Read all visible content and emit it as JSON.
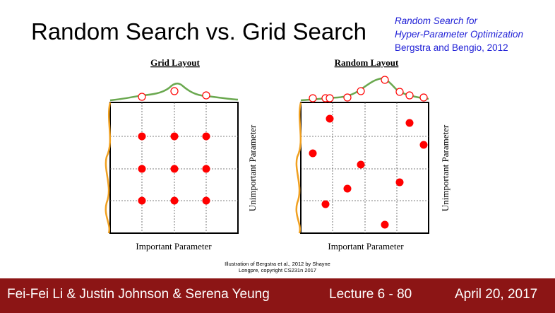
{
  "title": "Random Search vs. Grid Search",
  "reference": {
    "line1": "Random Search for",
    "line2": "Hyper-Parameter Optimization",
    "line3": "Bergstra and Bengio, 2012"
  },
  "panels": [
    {
      "heading": "Grid Layout",
      "x_label": "Important Parameter",
      "y_label": "Unimportant Parameter"
    },
    {
      "heading": "Random Layout",
      "x_label": "Important Parameter",
      "y_label": "Unimportant Parameter"
    }
  ],
  "credit": {
    "line1": "Illustration of Bergstra et al., 2012 by Shayne",
    "line2": "Longpre, copyright CS231n 2017"
  },
  "footer": {
    "authors": "Fei-Fei Li & Justin Johnson & Serena Yeung",
    "lecture": "Lecture 6 - 80",
    "date": "April 20, 2017"
  },
  "colors": {
    "point": "#ff0000",
    "top_curve": "#6aa84f",
    "side_curve": "#f0a020",
    "footer_bg": "#8c1515",
    "reference_text": "#1f1fd6"
  }
}
